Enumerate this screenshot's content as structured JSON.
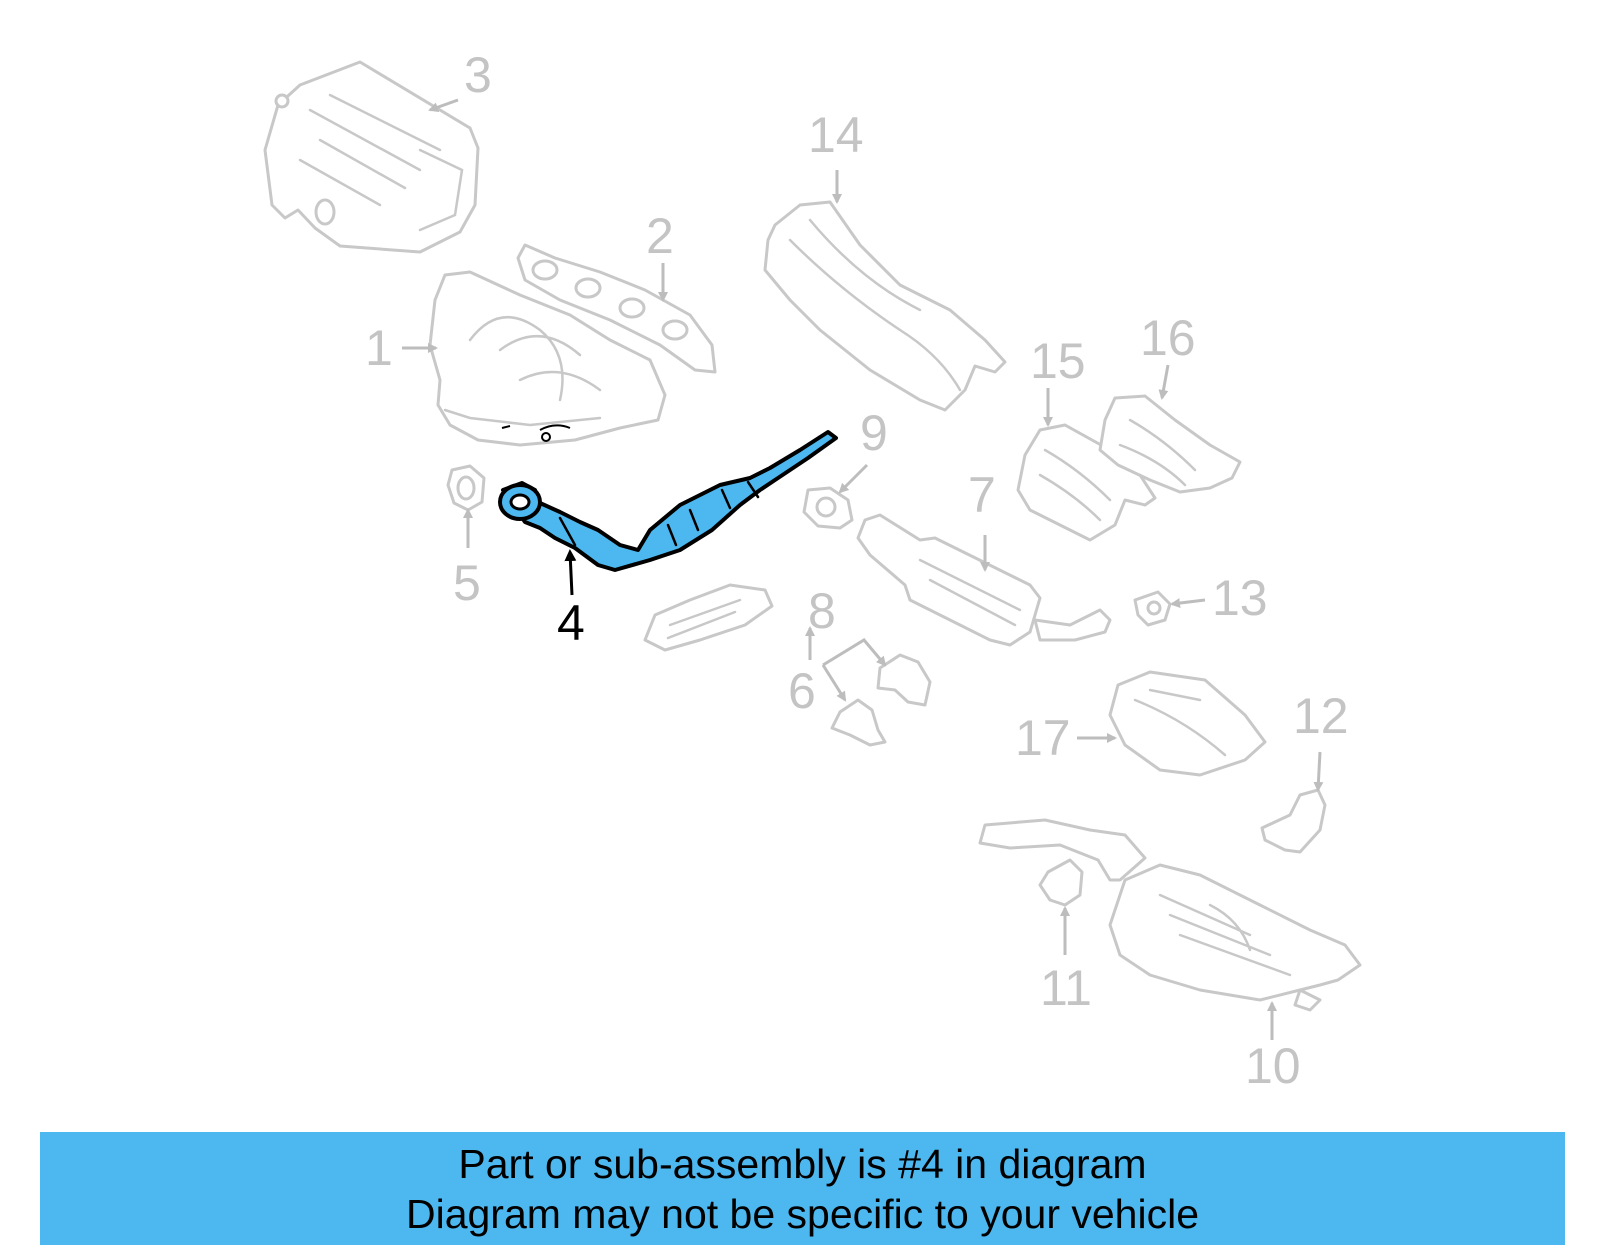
{
  "diagram": {
    "highlighted_part": "4",
    "highlight_color": "#4db8ef",
    "faded_color": "#c8c8c8",
    "callouts": {
      "c1": "1",
      "c2": "2",
      "c3": "3",
      "c4": "4",
      "c5": "5",
      "c6": "6",
      "c7": "7",
      "c8": "8",
      "c9": "9",
      "c10": "10",
      "c11": "11",
      "c12": "12",
      "c13": "13",
      "c14": "14",
      "c15": "15",
      "c16": "16",
      "c17": "17"
    }
  },
  "footer": {
    "line1": "Part or sub-assembly is #4 in diagram",
    "line2": "Diagram may not be specific to your vehicle",
    "background": "#4db8ef"
  }
}
